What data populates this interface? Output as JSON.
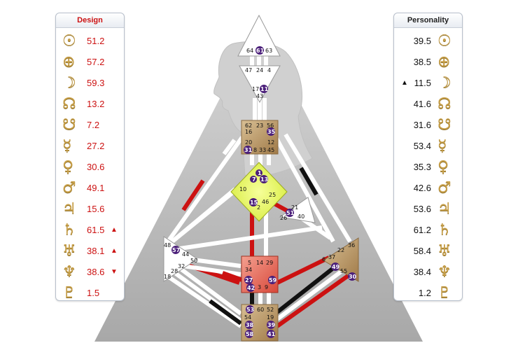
{
  "design": {
    "title": "Design",
    "rows": [
      {
        "icon": "sun-icon",
        "glyph": "☉",
        "value": "51.2",
        "marker": ""
      },
      {
        "icon": "earth-icon",
        "glyph": "⊕",
        "value": "57.2",
        "marker": ""
      },
      {
        "icon": "moon-icon",
        "glyph": "☽",
        "value": "59.3",
        "marker": ""
      },
      {
        "icon": "north-node-icon",
        "glyph": "☊",
        "value": "13.2",
        "marker": ""
      },
      {
        "icon": "south-node-icon",
        "glyph": "☋",
        "value": "7.2",
        "marker": ""
      },
      {
        "icon": "mercury-icon",
        "glyph": "☿",
        "value": "27.2",
        "marker": ""
      },
      {
        "icon": "venus-icon",
        "glyph": "♀",
        "value": "30.6",
        "marker": ""
      },
      {
        "icon": "mars-icon",
        "glyph": "♂",
        "value": "49.1",
        "marker": ""
      },
      {
        "icon": "jupiter-icon",
        "glyph": "♃",
        "value": "15.6",
        "marker": ""
      },
      {
        "icon": "saturn-icon",
        "glyph": "♄",
        "value": "61.5",
        "marker": "▲"
      },
      {
        "icon": "uranus-icon",
        "glyph": "♅",
        "value": "38.1",
        "marker": "▲"
      },
      {
        "icon": "neptune-icon",
        "glyph": "♆",
        "value": "38.6",
        "marker": "▼"
      },
      {
        "icon": "pluto-icon",
        "glyph": "♇",
        "value": "1.5",
        "marker": ""
      }
    ]
  },
  "personality": {
    "title": "Personality",
    "rows": [
      {
        "icon": "sun-icon",
        "glyph": "☉",
        "value": "39.5",
        "marker": ""
      },
      {
        "icon": "earth-icon",
        "glyph": "⊕",
        "value": "38.5",
        "marker": ""
      },
      {
        "icon": "moon-icon",
        "glyph": "☽",
        "value": "11.5",
        "marker": "▲"
      },
      {
        "icon": "north-node-icon",
        "glyph": "☊",
        "value": "41.6",
        "marker": ""
      },
      {
        "icon": "south-node-icon",
        "glyph": "☋",
        "value": "31.6",
        "marker": ""
      },
      {
        "icon": "mercury-icon",
        "glyph": "☿",
        "value": "53.4",
        "marker": ""
      },
      {
        "icon": "venus-icon",
        "glyph": "♀",
        "value": "35.3",
        "marker": ""
      },
      {
        "icon": "mars-icon",
        "glyph": "♂",
        "value": "42.6",
        "marker": ""
      },
      {
        "icon": "jupiter-icon",
        "glyph": "♃",
        "value": "53.6",
        "marker": ""
      },
      {
        "icon": "saturn-icon",
        "glyph": "♄",
        "value": "61.2",
        "marker": ""
      },
      {
        "icon": "uranus-icon",
        "glyph": "♅",
        "value": "58.4",
        "marker": ""
      },
      {
        "icon": "neptune-icon",
        "glyph": "♆",
        "value": "38.4",
        "marker": ""
      },
      {
        "icon": "pluto-icon",
        "glyph": "♇",
        "value": "1.2",
        "marker": ""
      }
    ]
  },
  "colors": {
    "design_red": "#cc1111",
    "personality_black": "#111111",
    "defined_center": "#b8946a",
    "glyph_gold": "#c8a04a",
    "gate_active": "#4b1f7a"
  },
  "gates": {
    "head": [
      "64",
      "61",
      "63"
    ],
    "ajna": [
      "47",
      "24",
      "4",
      "17",
      "11",
      "43"
    ],
    "throat": [
      "62",
      "23",
      "56",
      "16",
      "35",
      "20",
      "12",
      "31",
      "8",
      "33",
      "45"
    ],
    "g": [
      "1",
      "7",
      "13",
      "10",
      "25",
      "15",
      "46",
      "2"
    ],
    "ego": [
      "21",
      "51",
      "26",
      "40"
    ],
    "spleen": [
      "48",
      "57",
      "44",
      "50",
      "32",
      "28",
      "18"
    ],
    "sacral": [
      "5",
      "14",
      "29",
      "34",
      "27",
      "59",
      "42",
      "3",
      "9"
    ],
    "solar": [
      "36",
      "22",
      "6",
      "37",
      "49",
      "55",
      "30"
    ],
    "root": [
      "53",
      "60",
      "52",
      "54",
      "19",
      "38",
      "39",
      "58",
      "41"
    ]
  }
}
